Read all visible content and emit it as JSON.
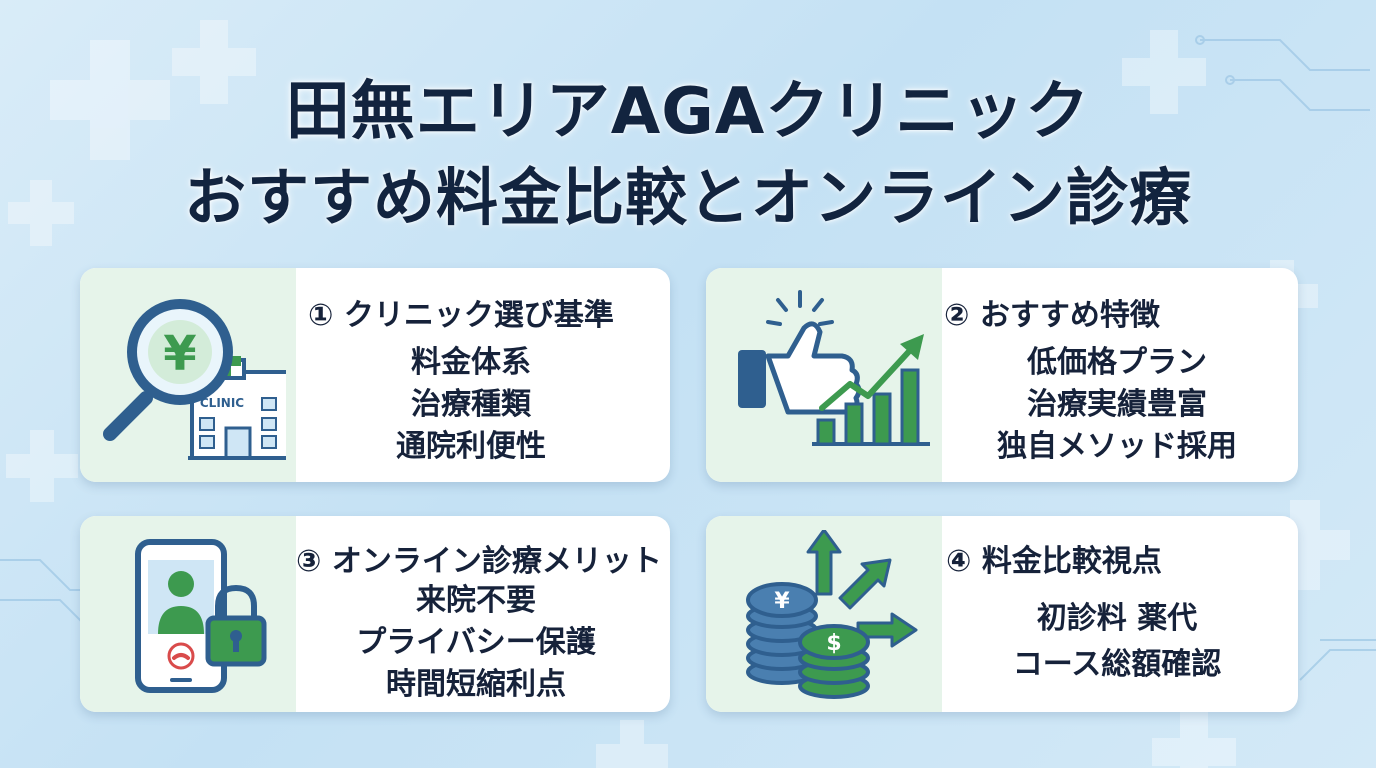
{
  "title": {
    "line1": "田無エリアAGAクリニック",
    "line2": "おすすめ料金比較とオンライン診療"
  },
  "cards": [
    {
      "heading": "① クリニック選び基準",
      "items": [
        "料金体系",
        "治療種類",
        "通院利便性"
      ],
      "icon": "magnifier-yen-clinic-icon",
      "icon_text": {
        "currency": "¥",
        "sign": "CLINIC"
      }
    },
    {
      "heading": "② おすすめ特徴",
      "items": [
        "低価格プラン",
        "治療実績豊富",
        "独自メソッド採用"
      ],
      "icon": "thumbs-up-growth-chart-icon"
    },
    {
      "heading": "③ オンライン診療メリット",
      "items": [
        "来院不要",
        "プライバシー保護",
        "時間短縮利点"
      ],
      "icon": "phone-video-lock-icon"
    },
    {
      "heading": "④ 料金比較視点",
      "items": [
        "初診料 薬代",
        "コース総額確認"
      ],
      "icon": "coins-arrows-icon",
      "icon_text": {
        "yen": "¥",
        "dollar": "$"
      }
    }
  ],
  "colors": {
    "navy": "#12243f",
    "blue": "#2f5f8f",
    "green": "#3d9a4f",
    "panel": "#e6f4ea"
  }
}
